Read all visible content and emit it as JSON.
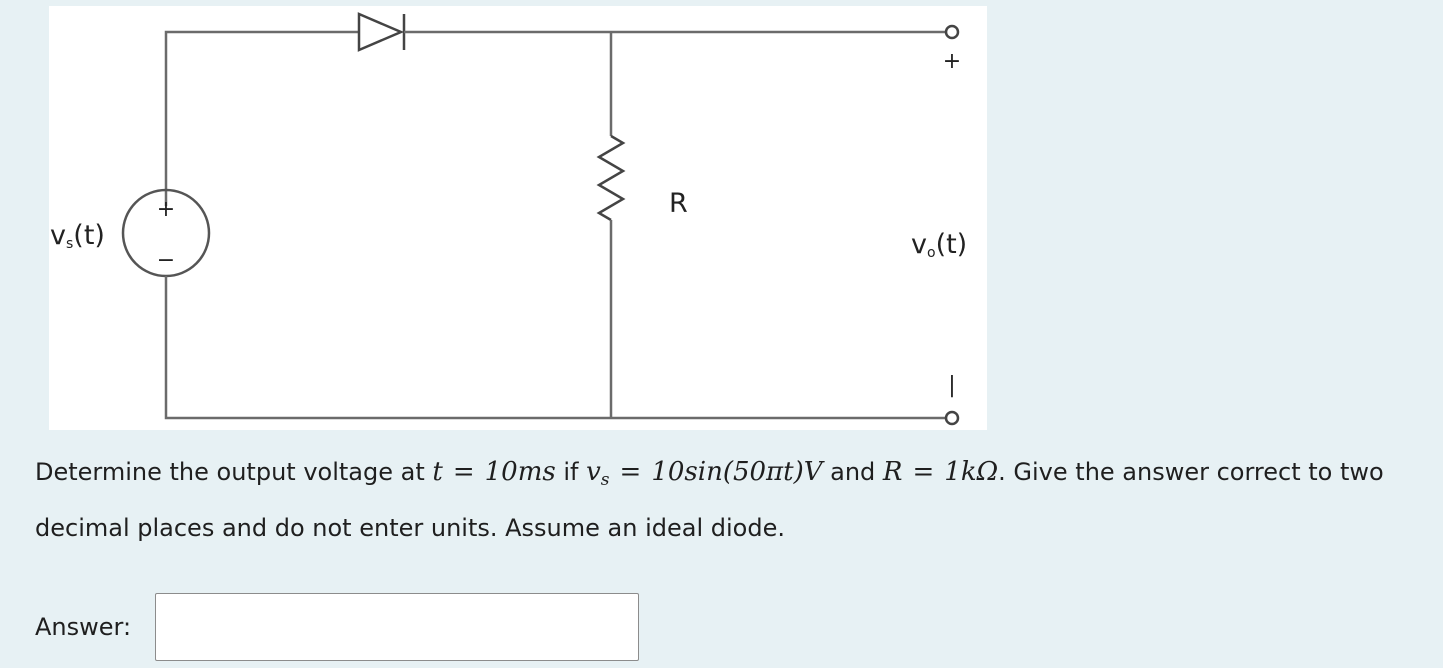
{
  "circuit": {
    "source_label": "v",
    "source_sub": "s",
    "source_arg": "(t)",
    "source_plus": "+",
    "source_minus": "−",
    "resistor_label": "R",
    "output_label": "v",
    "output_sub": "o",
    "output_arg": "(t)",
    "output_plus": "+",
    "output_minus": "|"
  },
  "question": {
    "text_1": "Determine the output voltage at ",
    "t_var": "t",
    "eq_1": "=",
    "t_value": "10ms",
    "text_2": " if ",
    "vs_var": "v",
    "vs_sub": "s",
    "eq_2": "=",
    "vs_expr": "10sin(50πt)V",
    "text_3": " and ",
    "r_var": "R",
    "eq_3": "=",
    "r_value": "1kΩ",
    "text_4": ". Give the answer correct to two decimal places and do not enter units.  Assume an ideal diode."
  },
  "answer": {
    "label": "Answer:",
    "value": ""
  }
}
